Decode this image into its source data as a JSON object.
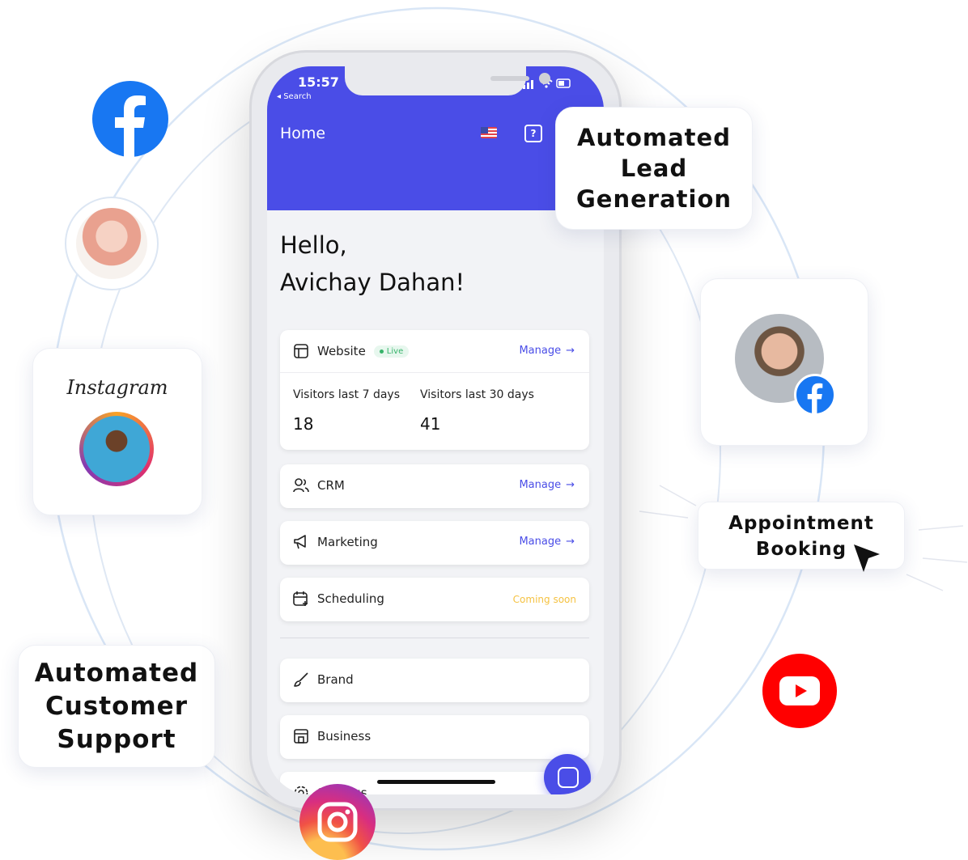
{
  "labels": {
    "lead_generation": "Automated Lead Generation",
    "appointment_booking": "Appointment Booking",
    "customer_support": "Automated Customer Support",
    "instagram_wordmark": "Instagram"
  },
  "phone": {
    "status_time": "15:57",
    "back_label": "◂ Search",
    "header_title": "Home",
    "greeting_line1": "Hello,",
    "greeting_line2": "Avichay Dahan!",
    "website": {
      "label": "Website",
      "badge": "Live",
      "action": "Manage",
      "visitors_7_label": "Visitors last 7 days",
      "visitors_7_value": "18",
      "visitors_30_label": "Visitors last 30 days",
      "visitors_30_value": "41"
    },
    "crm": {
      "label": "CRM",
      "action": "Manage"
    },
    "marketing": {
      "label": "Marketing",
      "action": "Manage"
    },
    "scheduling": {
      "label": "Scheduling",
      "status": "Coming soon"
    },
    "brand": {
      "label": "Brand"
    },
    "business": {
      "label": "Business"
    },
    "settings": {
      "label": "Settings"
    }
  },
  "colors": {
    "accent": "#4a4de7",
    "live_green": "#37b36a",
    "coming_soon": "#f5c242",
    "facebook": "#1877f2",
    "youtube": "#ff0000"
  },
  "icons": [
    "facebook-icon",
    "instagram-icon",
    "youtube-icon",
    "cursor-icon",
    "flag-icon",
    "help-icon",
    "chat-icon"
  ]
}
